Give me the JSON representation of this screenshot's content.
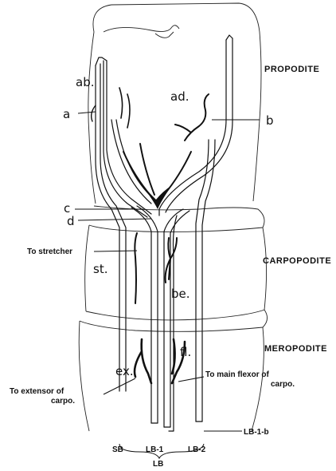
{
  "regions": {
    "propodite": "PROPODITE",
    "carpopodite": "CARPOPODITE",
    "meropodite": "MEROPODITE"
  },
  "labels": {
    "ab": "ab.",
    "a": "a",
    "ad": "ad.",
    "b": "b",
    "c": "c",
    "d": "d",
    "to_stretcher": "To stretcher",
    "st": "st.",
    "be": "be.",
    "fl": "fl.",
    "ex": "ex.",
    "to_extensor_1": "To extensor of",
    "to_extensor_2": "carpo.",
    "to_flexor_1": "To main flexor of",
    "to_flexor_2": "carpo.",
    "sb": "SB",
    "lb1": "LB-1",
    "lb2": "LB-2",
    "lb1b": "LB-1-b",
    "lb": "LB"
  }
}
